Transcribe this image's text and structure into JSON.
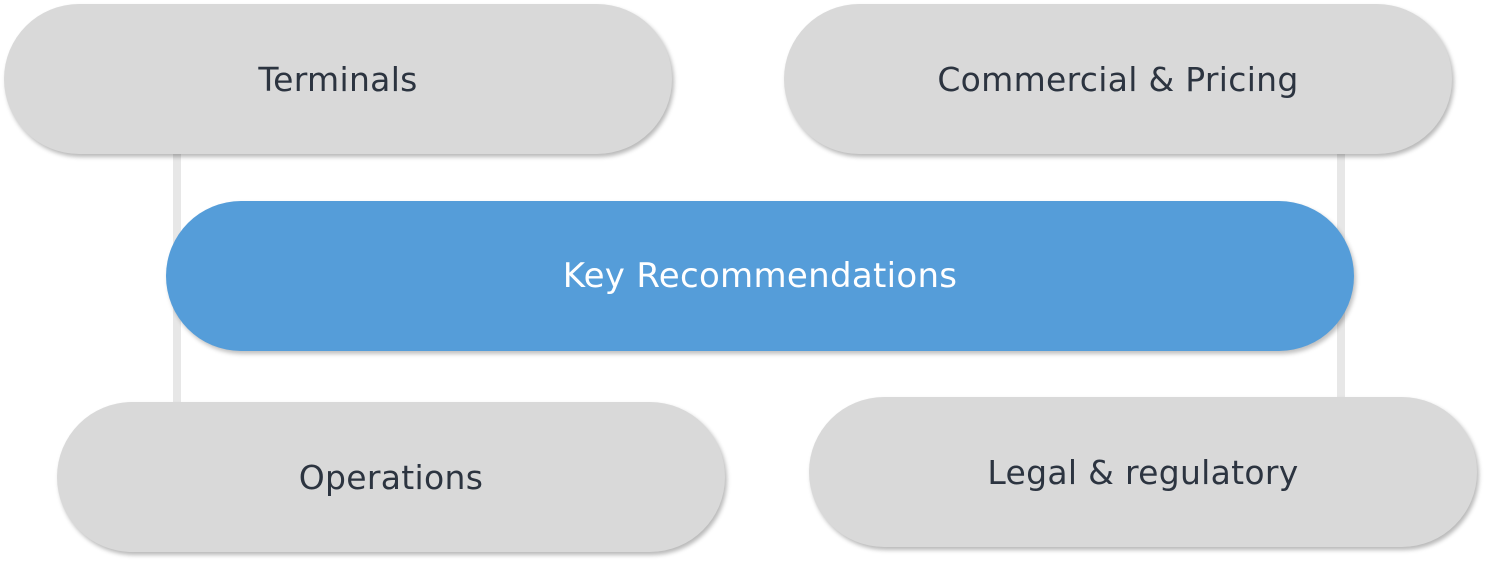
{
  "diagram": {
    "center": {
      "label": "Key Recommendations"
    },
    "topics": [
      {
        "label": "Terminals"
      },
      {
        "label": "Commercial & Pricing"
      },
      {
        "label": "Operations"
      },
      {
        "label": "Legal & regulatory"
      }
    ]
  },
  "colors": {
    "center_fill": "#559dd9",
    "topic_fill": "#d9d9d9",
    "topic_text": "#2c3440",
    "center_text": "#ffffff",
    "connector": "#e7e7e7"
  }
}
